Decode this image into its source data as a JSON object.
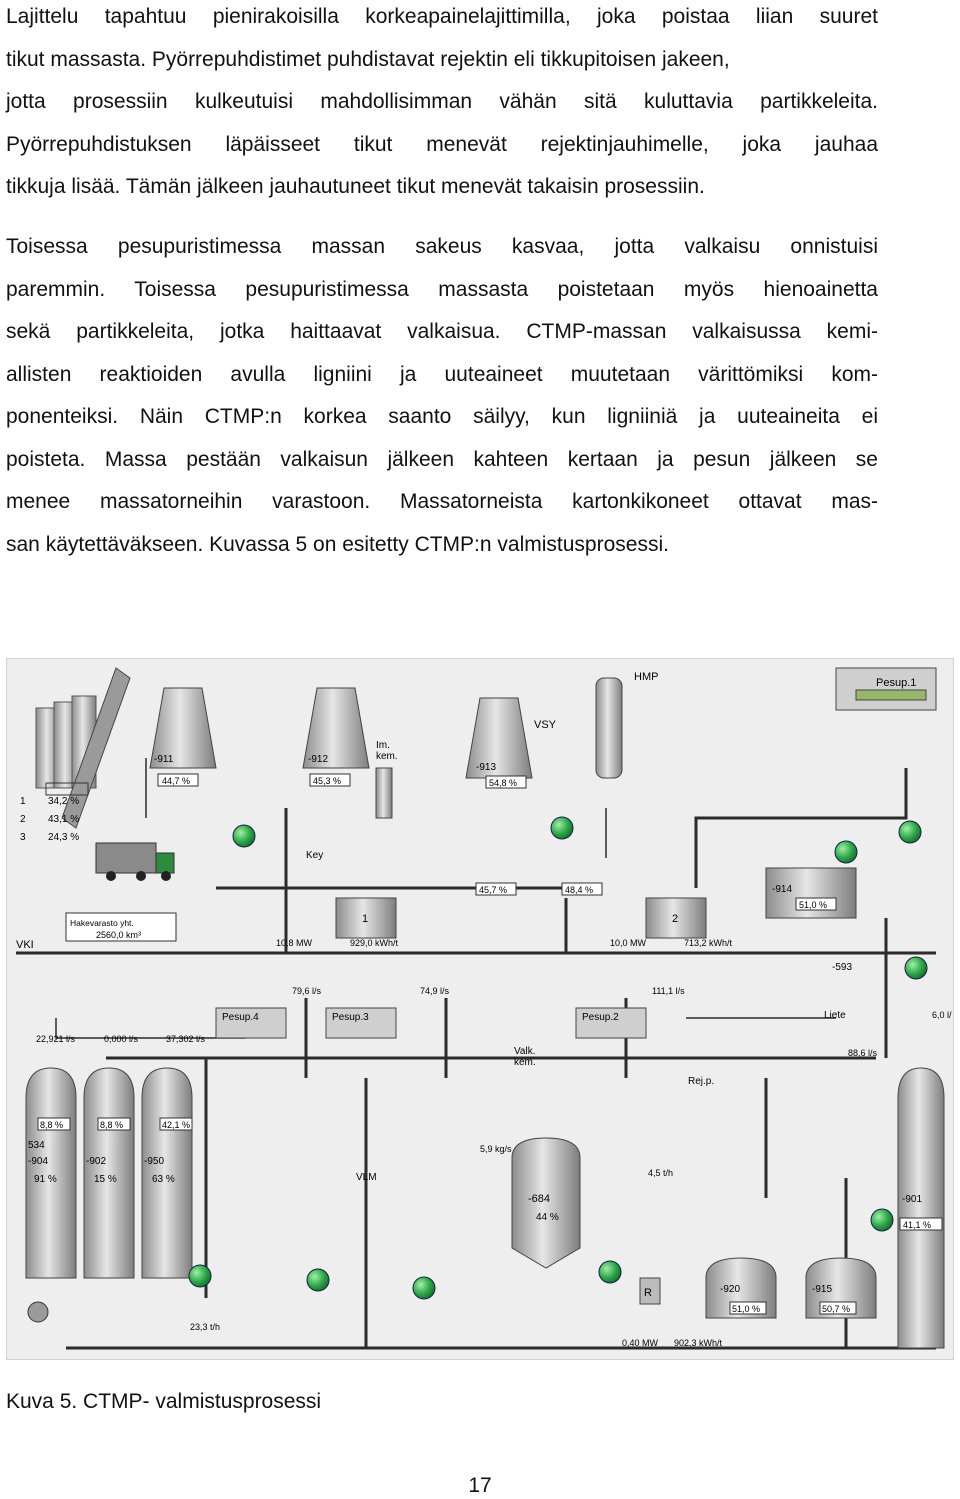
{
  "paragraphs": [
    {
      "lines": [
        "Lajittelu tapahtuu pienirakoisilla korkeapainelajittimilla, joka poistaa liian suuret",
        "tikut massasta. Pyörrepuhdistimet puhdistavat rejektin eli tikkupitoisen jakeen,",
        "jotta prosessiin kulkeutuisi mahdollisimman vähän sitä kuluttavia partikkeleita.",
        "Pyörrepuhdistuksen läpäisseet tikut menevät rejektinjauhimelle, joka jauhaa",
        "tikkuja lisää. Tämän jälkeen jauhautuneet tikut menevät takaisin prosessiin."
      ]
    },
    {
      "lines": [
        "Toisessa pesupuristimessa massan sakeus kasvaa, jotta valkaisu onnistuisi",
        "paremmin. Toisessa pesupuristimessa massasta poistetaan myös hienoainetta",
        "sekä partikkeleita, jotka haittaavat valkaisua. CTMP-massan valkaisussa kemi-",
        "allisten reaktioiden avulla ligniini ja uuteaineet muutetaan värittömiksi kom-",
        "ponenteiksi. Näin CTMP:n korkea saanto säilyy, kun ligniiniä ja uuteaineita ei",
        "poisteta. Massa pestään valkaisun jälkeen kahteen kertaan ja pesun jälkeen se",
        "menee massatorneihin varastoon. Massatorneista kartonkikoneet ottavat mas-",
        "san käytettäväkseen. Kuvassa 5 on esitetty CTMP:n valmistusprosessi."
      ]
    }
  ],
  "figure": {
    "silo_levels": [
      "34,2 %",
      "43,1 %",
      "24,3 %"
    ],
    "silo_numbers": [
      "1",
      "2",
      "3"
    ],
    "hakevarasto_label": "Hakevarasto yht.",
    "hakevarasto_value": "2560,0 km³",
    "vki": "VKI",
    "tank_911": "-911",
    "tank_911_pct": "44,7 %",
    "tank_912": "-912",
    "tank_912_pct": "45,3 %",
    "im_kem": "Im.\nkem.",
    "key": "Key",
    "tank_913": "-913",
    "tank_913_pct": "54,8 %",
    "vsy": "VSY",
    "hmp": "HMP",
    "pesup1": "Pesup.1",
    "refiner1_pct": "45,7 %",
    "refiner2_pct": "48,4 %",
    "refiner1_num": "1",
    "refiner2_num": "2",
    "ref1_power": "10,8 MW",
    "ref1_energy": "929,0 kWh/t",
    "ref2_power": "10,0 MW",
    "ref2_energy": "713,2 kWh/t",
    "tank_914": "-914",
    "tank_914_pct": "51,0 %",
    "tank_593": "-593",
    "flow_796": "79,6 l/s",
    "flow_749": "74,9 l/s",
    "flow_1111": "111,1 l/s",
    "liete": "Liete",
    "flow_60": "6,0 l/",
    "pesup4": "Pesup.4",
    "pesup3": "Pesup.3",
    "pesup2": "Pesup.2",
    "valk_kem": "Valk.\nkem.",
    "rejp": "Rej.p.",
    "flow_886": "88,6 l/s",
    "flow_a": "22,921 l/s",
    "flow_b": "0,000 l/s",
    "flow_c": "37,302 l/s",
    "tower1_pct": "8,8 %",
    "tower1_a": "534",
    "tower1_b": "-904",
    "tower1_c": "91 %",
    "tower2_pct": "8,8 %",
    "tower2_b": "-902",
    "tower2_c": "15 %",
    "tower3_pct": "42,1 %",
    "tower3_b": "-950",
    "tower3_c": "63 %",
    "vlm": "VLM",
    "flow_59": "5,9 kg/s",
    "tank_684": "-684",
    "tank_684_pct": "44 %",
    "flow_45": "4,5 t/h",
    "tank_901": "-901",
    "tank_901_pct": "41,1 %",
    "tank_920": "-920",
    "tank_920_pct": "51,0 %",
    "tank_915": "-915",
    "tank_915_pct": "50,7 %",
    "flow_233": "23,3 t/h",
    "r_label": "R",
    "power_bot": "0,40 MW",
    "energy_bot": "902,3 kWh/t",
    "colors": {
      "pipe": "#2b2b2b",
      "pump": "#2fa54a",
      "tank": "#b5b5b5",
      "panel": "#eeeeee"
    }
  },
  "caption": "Kuva 5. CTMP- valmistusprosessi",
  "page_number": "17"
}
